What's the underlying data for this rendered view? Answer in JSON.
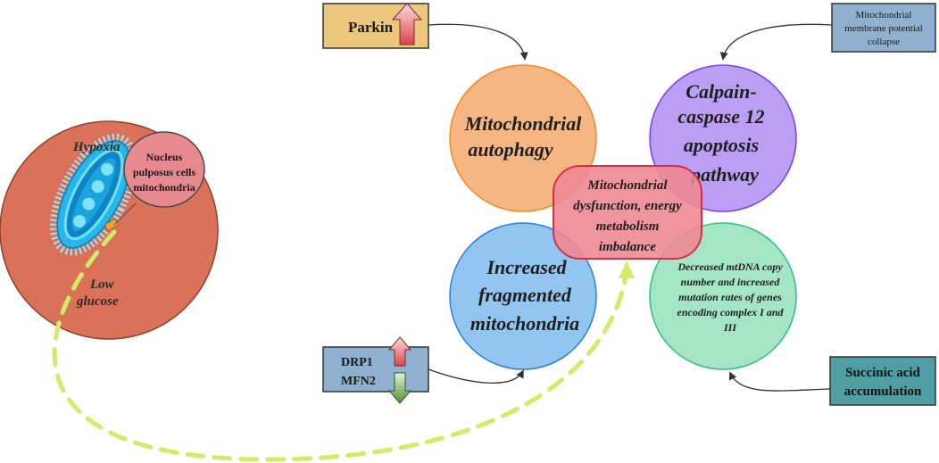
{
  "cell": {
    "hypoxia": "Hypoxia",
    "low": "Low",
    "glucose": "glucose",
    "callout": [
      "Nucleus",
      "pulposus cells",
      "mitochondria"
    ]
  },
  "boxes": {
    "parkin": "Parkin",
    "membrane": [
      "Mitochondrial",
      "membrane potential",
      "collapse"
    ],
    "drp1": "DRP1",
    "mfn2": "MFN2",
    "succinic": [
      "Succinic acid",
      "accumulation"
    ]
  },
  "circles": {
    "autophagy": [
      "Mitochondrial",
      "autophagy"
    ],
    "calpain": [
      "Calpain-",
      "caspase 12",
      "apoptosis",
      "pathway"
    ],
    "fragmented": [
      "Increased",
      "fragmented",
      "mitochondria"
    ],
    "mtdna": [
      "Decreased mtDNA copy",
      "number and increased",
      "mutation rates of genes",
      "encoding complex I and",
      "III"
    ]
  },
  "center": [
    "Mitochondrial",
    "dysfunction, energy",
    "metabolism",
    "imbalance"
  ],
  "colors": {
    "cell_fill": "#d97259",
    "callout_fill": "#e8898f",
    "parkin_fill": "#ecc67c",
    "blue_box": "#8fb0cf",
    "teal_box": "#4e9ea4",
    "orange_circle": "#f6b27c",
    "purple_circle": "#b79af3",
    "blue_circle": "#8cc2ee",
    "green_circle": "#9ee4c2",
    "center_fill": "#ee8894",
    "dashed_arrow": "#d6ea6a"
  }
}
